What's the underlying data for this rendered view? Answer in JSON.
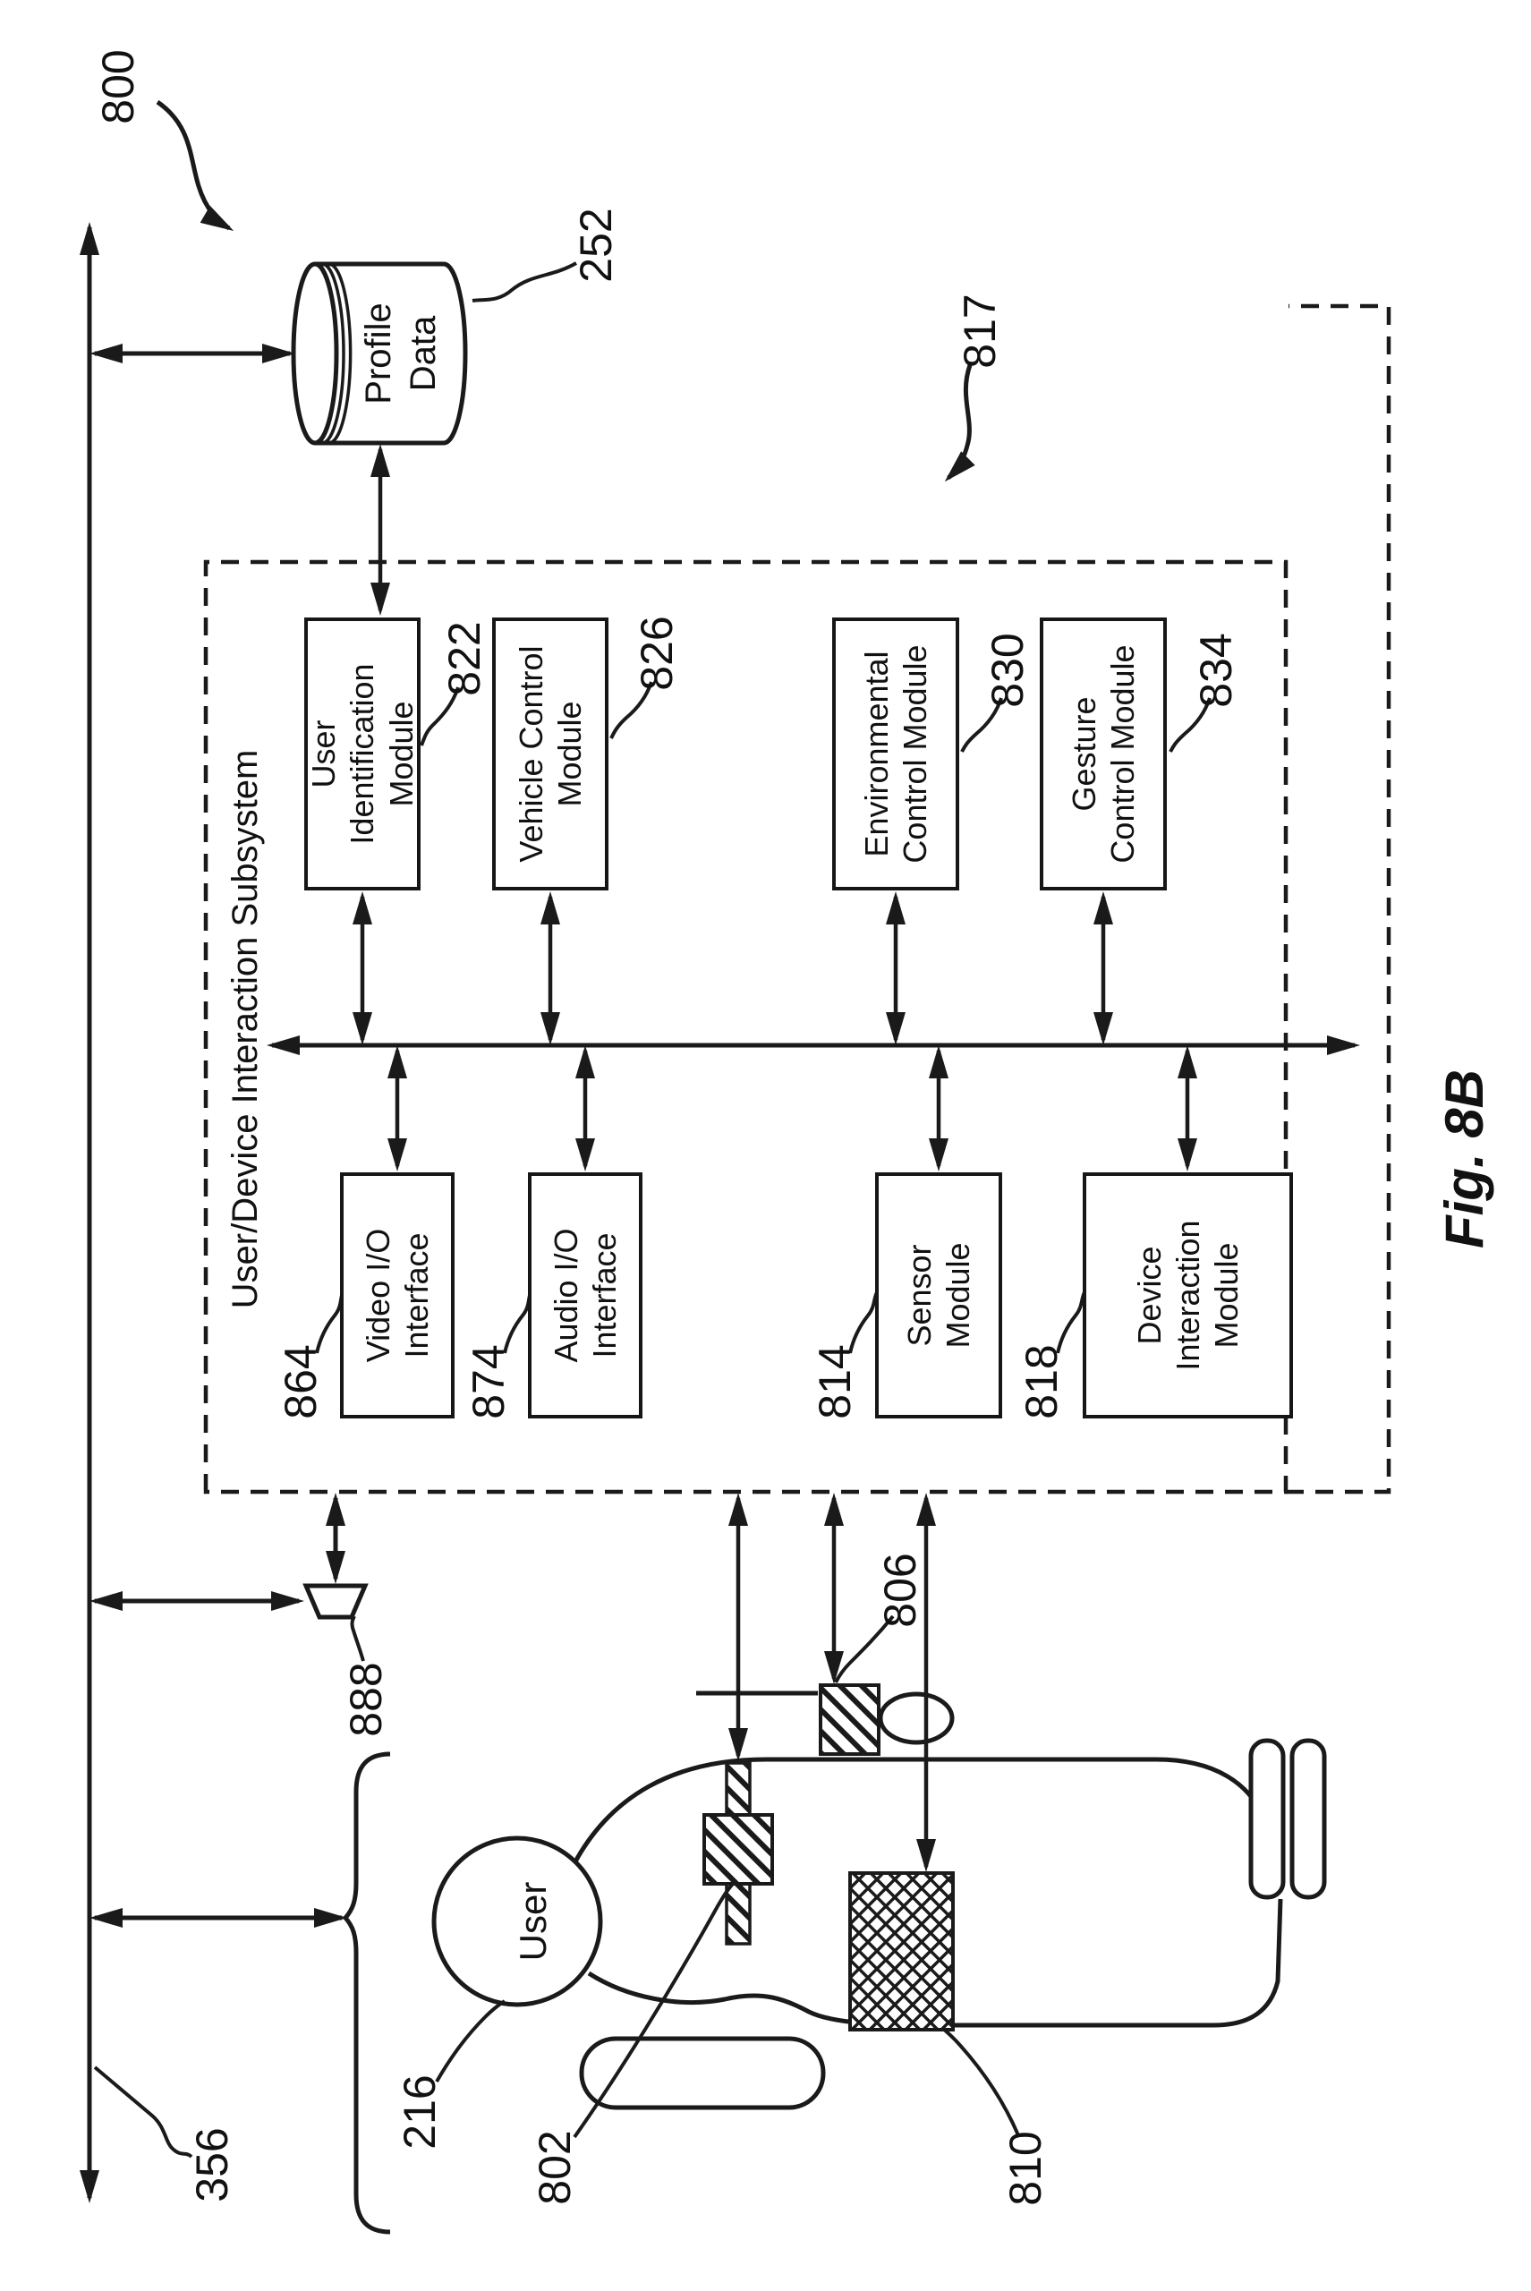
{
  "figure": {
    "label": "Fig. 8B",
    "system_ref": "800"
  },
  "comm_line": {
    "ref": "356"
  },
  "profile_data": {
    "title": "Profile\nData",
    "ref": "252"
  },
  "subsystem": {
    "title": "User/Device Interaction Subsystem",
    "ref": "817",
    "control_modules": [
      {
        "name": "User\nIdentification\nModule",
        "ref": "822"
      },
      {
        "name": "Vehicle Control\nModule",
        "ref": "826"
      },
      {
        "name": "Environmental\nControl Module",
        "ref": "830"
      },
      {
        "name": "Gesture\nControl Module",
        "ref": "834"
      }
    ],
    "interface_modules": [
      {
        "name": "Video I/O\nInterface",
        "ref": "864"
      },
      {
        "name": "Audio I/O\nInterface",
        "ref": "874"
      },
      {
        "name": "Sensor\nModule",
        "ref": "814"
      },
      {
        "name": "Device\nInteraction\nModule",
        "ref": "818"
      }
    ]
  },
  "user": {
    "label": "User",
    "ref": "216"
  },
  "devices": [
    {
      "name": "head-mounted-device",
      "ref": "802",
      "fill": "diagonal-hatch"
    },
    {
      "name": "headset-device",
      "ref": "806",
      "fill": "diagonal-hatch"
    },
    {
      "name": "handheld-device",
      "ref": "810",
      "fill": "cross-hatch"
    },
    {
      "name": "speaker",
      "ref": "888",
      "fill": "outline"
    }
  ],
  "colors": {
    "ink": "#1a1a1a",
    "paper": "#ffffff"
  }
}
